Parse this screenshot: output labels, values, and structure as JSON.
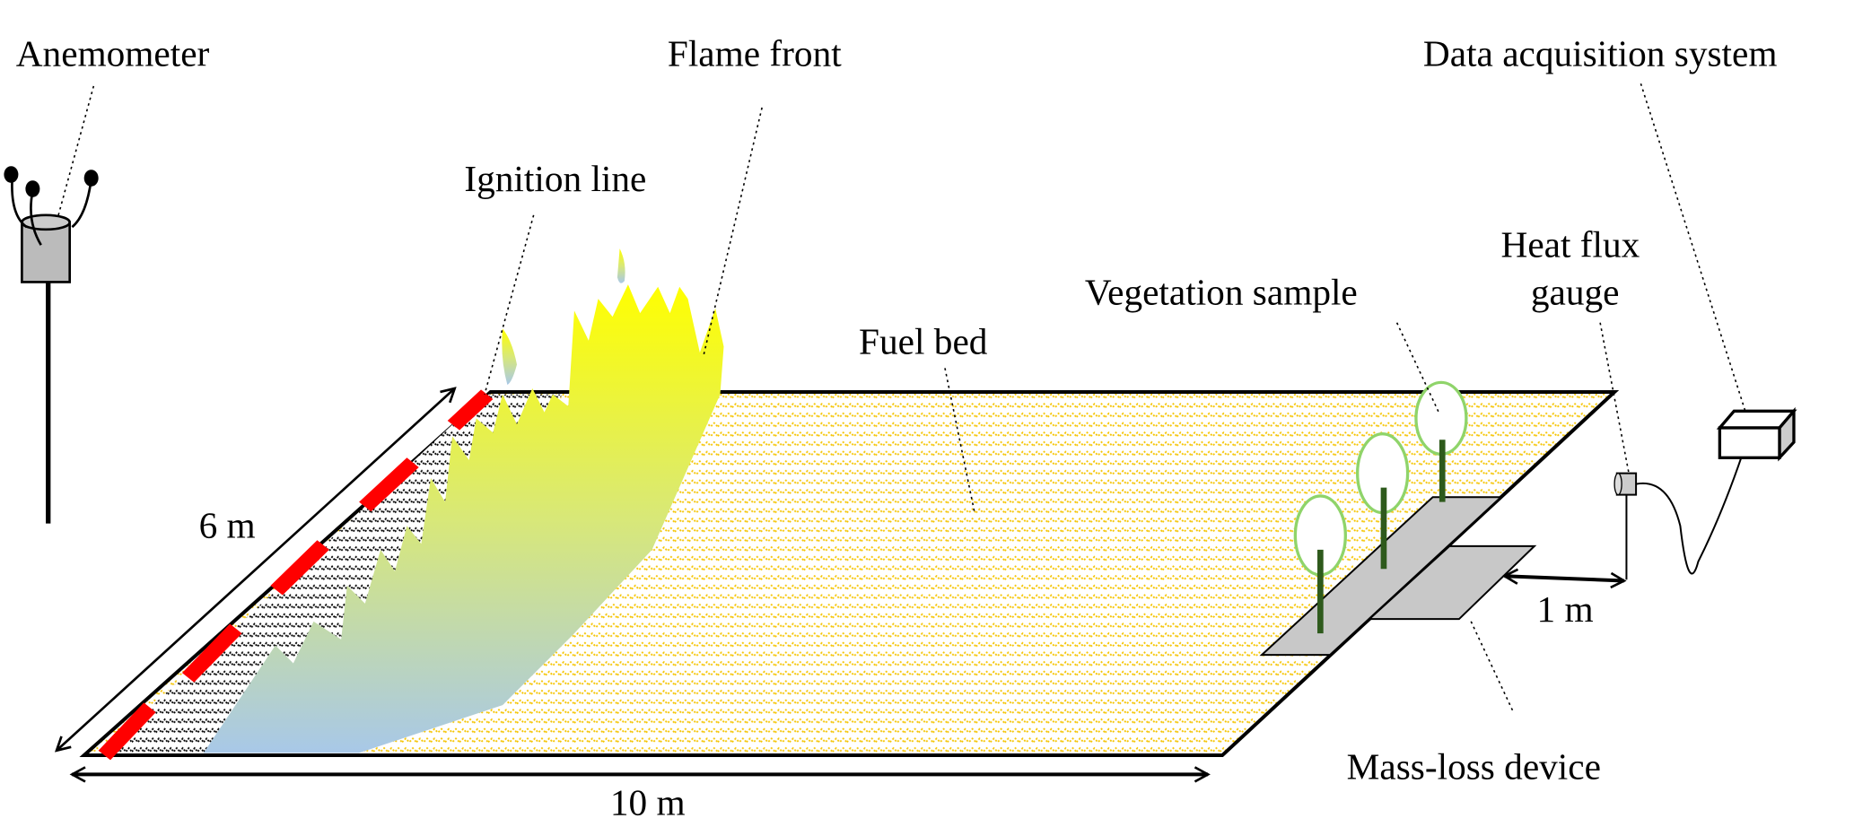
{
  "labels": {
    "anemometer": "Anemometer",
    "flame_front": "Flame front",
    "ignition_line": "Ignition line",
    "data_acquisition": "Data acquisition system",
    "heat_flux_1": "Heat flux",
    "heat_flux_2": "gauge",
    "vegetation_sample": "Vegetation sample",
    "fuel_bed": "Fuel bed",
    "mass_loss": "Mass-loss device",
    "width": "6 m",
    "length": "10 m",
    "distance": "1 m"
  },
  "colors": {
    "fuel": "#f5c400",
    "ignition": "#ff0000",
    "flame_top": "#ffff00",
    "flame_bottom": "#a8c8e8",
    "plate": "#c8c8c8",
    "tree": "#8fd46a",
    "trunk": "#2e5a1c"
  }
}
